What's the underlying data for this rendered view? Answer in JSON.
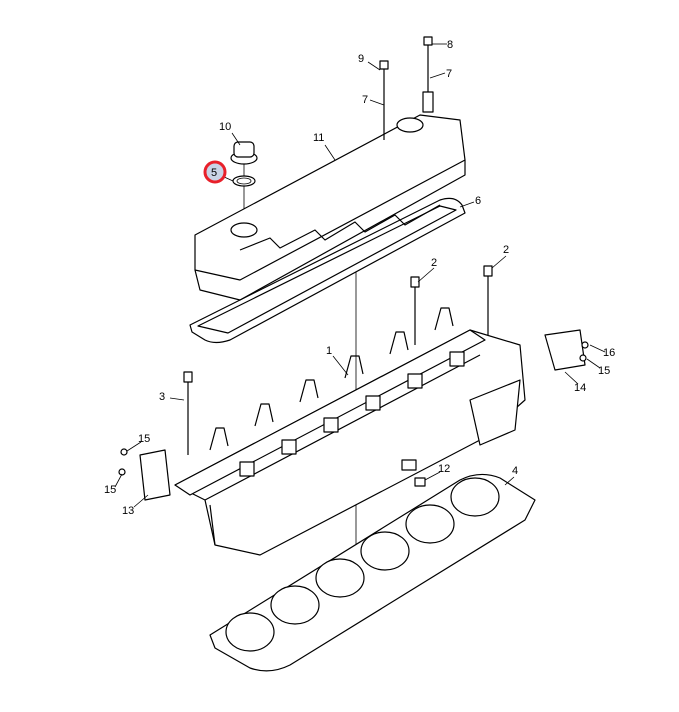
{
  "diagram": {
    "title": "Cylinder head and valve cover exploded view",
    "highlight_color": "#e8202a",
    "highlight_fill": "#c9d3e6",
    "callouts": [
      {
        "id": "c8",
        "text": "8"
      },
      {
        "id": "c9",
        "text": "9"
      },
      {
        "id": "c7a",
        "text": "7"
      },
      {
        "id": "c7b",
        "text": "7"
      },
      {
        "id": "c10",
        "text": "10"
      },
      {
        "id": "c11",
        "text": "11"
      },
      {
        "id": "c5",
        "text": "5",
        "highlighted": true
      },
      {
        "id": "c6",
        "text": "6"
      },
      {
        "id": "c2a",
        "text": "2"
      },
      {
        "id": "c2b",
        "text": "2"
      },
      {
        "id": "c1",
        "text": "1"
      },
      {
        "id": "c16",
        "text": "16"
      },
      {
        "id": "c15a",
        "text": "15"
      },
      {
        "id": "c14",
        "text": "14"
      },
      {
        "id": "c3",
        "text": "3"
      },
      {
        "id": "c15b",
        "text": "15"
      },
      {
        "id": "c15c",
        "text": "15"
      },
      {
        "id": "c13",
        "text": "13"
      },
      {
        "id": "c12",
        "text": "12"
      },
      {
        "id": "c4",
        "text": "4"
      }
    ]
  }
}
